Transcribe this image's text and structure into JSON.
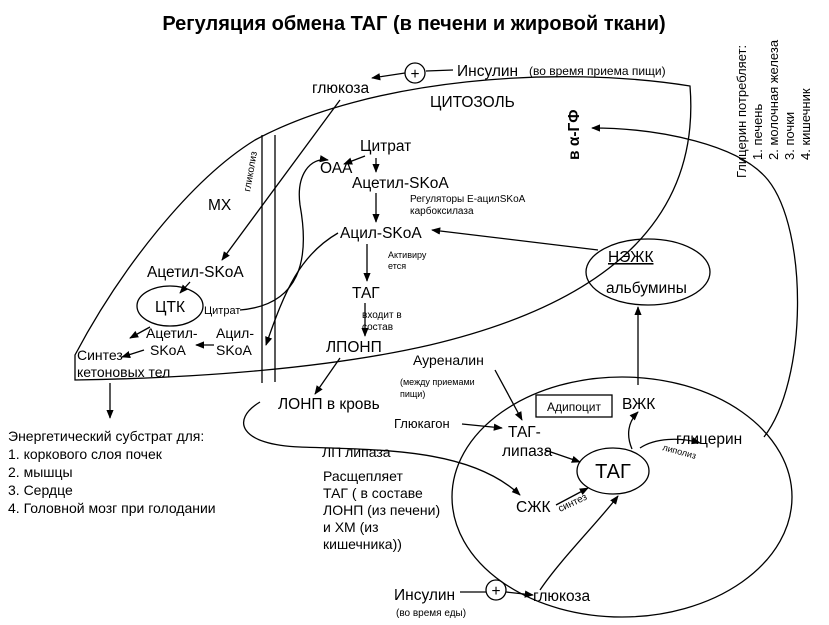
{
  "title": "Регуляция обмена ТАГ  (в печени и жировой ткани)",
  "cytosol": "ЦИТОЗОЛЬ",
  "mx": "МХ",
  "glycolysis": "гликолиз",
  "glucose_top": "глюкоза",
  "plus": "+",
  "insulin_top": "Инсулин",
  "insulin_top_note": "(во время приема пищи)",
  "a_gf": "в α-ГФ",
  "citrate_cyt": "Цитрат",
  "oaa": "ОАА",
  "acetyl_cyt": "Ацетил-SKoA",
  "regulators_1": "Регуляторы Е-ацилSKoA",
  "regulators_2": "карбоксилаза",
  "acyl_cyt": "Ацил-SKoA",
  "activates_1": "Активиру",
  "activates_2": "ется",
  "tag_liver": "ТАГ",
  "included_1": "входит  в",
  "included_2": "состав",
  "lponp": "ЛПОНП",
  "acetyl_mx": "Ацетил-SKoA",
  "tck": "ЦТК",
  "citrate_mx": "Цитрат",
  "acetyl_mx2_1": "Ацетил-",
  "acetyl_mx2_2": "SKoA",
  "acyl_mx_1": "Ацил-",
  "acyl_mx_2": "SKoA",
  "ketone_1": "Синтез",
  "ketone_2": "кетоновых тел",
  "neghk": "НЭЖК",
  "albumins": "альбумины",
  "glycerol_title": "Глицерин потребляет:",
  "glycerol_users": [
    "1.   печень",
    "2.   молочная железа",
    "3.   почки",
    "4.   кишечник"
  ],
  "energy_title": "Энергетический субстрат для:",
  "energy_items": [
    "1. коркового слоя почек",
    "2. мышцы",
    "3. Сердце",
    "4. Головной мозг при голодании"
  ],
  "lonp_blood": "ЛОНП в кровь",
  "adrenaline": "Ауреналин",
  "adrenaline_note_1": "(между приемами",
  "adrenaline_note_2": "пищи)",
  "adipocyte": "Адипоцит",
  "vzhk": "ВЖК",
  "glucagon": "Глюкагон",
  "tag_lipase_1": "ТАГ-",
  "tag_lipase_2": "липаза",
  "lipolysis": "липолиз",
  "glycerol": "глицерин",
  "tag_adipo": "ТАГ",
  "lp_lipase": "ЛП липаза",
  "splits_lines": [
    "Расщепляет",
    "ТАГ  ( в составе",
    "ЛОНП  (из печени)",
    "и ХМ  (из",
    "кишечника))"
  ],
  "szhk": "СЖК",
  "synthesis": "синтез",
  "insulin_bottom": "Инсулин",
  "insulin_bottom_note": "(во время еды)",
  "glucose_bottom": "глюкоза"
}
